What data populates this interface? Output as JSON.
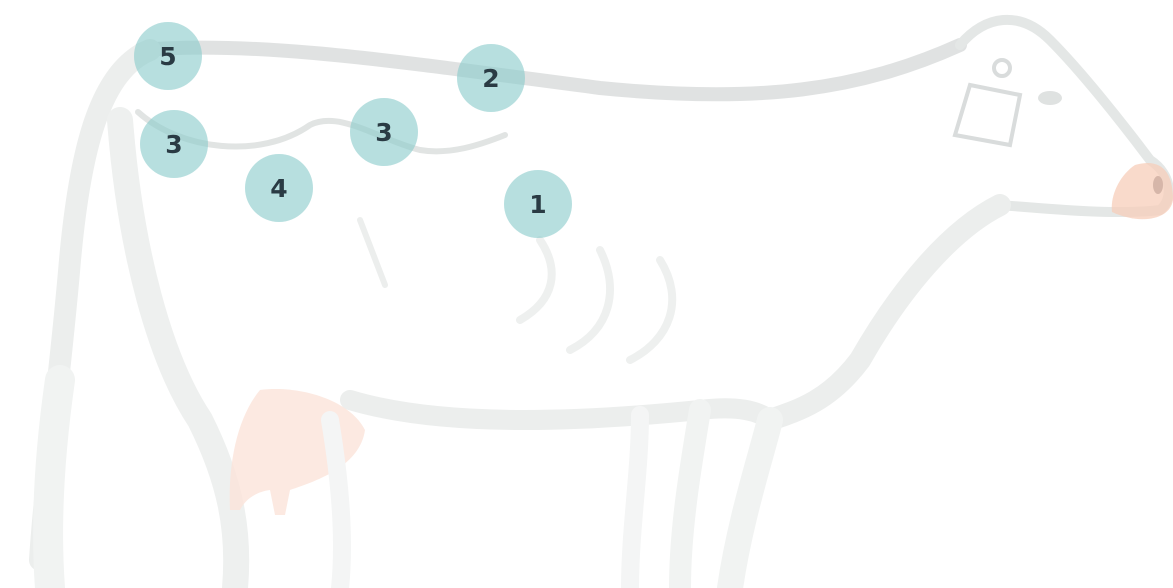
{
  "diagram": {
    "illustration": "cow-outline",
    "colors": {
      "outline": "#d9dcdc",
      "outline_light": "#ecefee",
      "udder": "#fbe6de",
      "nose": "#f7cdb9",
      "marker_fill": "#8accb",
      "marker_text": "#2a3b44"
    },
    "markers": [
      {
        "label": "5"
      },
      {
        "label": "2"
      },
      {
        "label": "3"
      },
      {
        "label": "3"
      },
      {
        "label": "4"
      },
      {
        "label": "1"
      }
    ]
  }
}
